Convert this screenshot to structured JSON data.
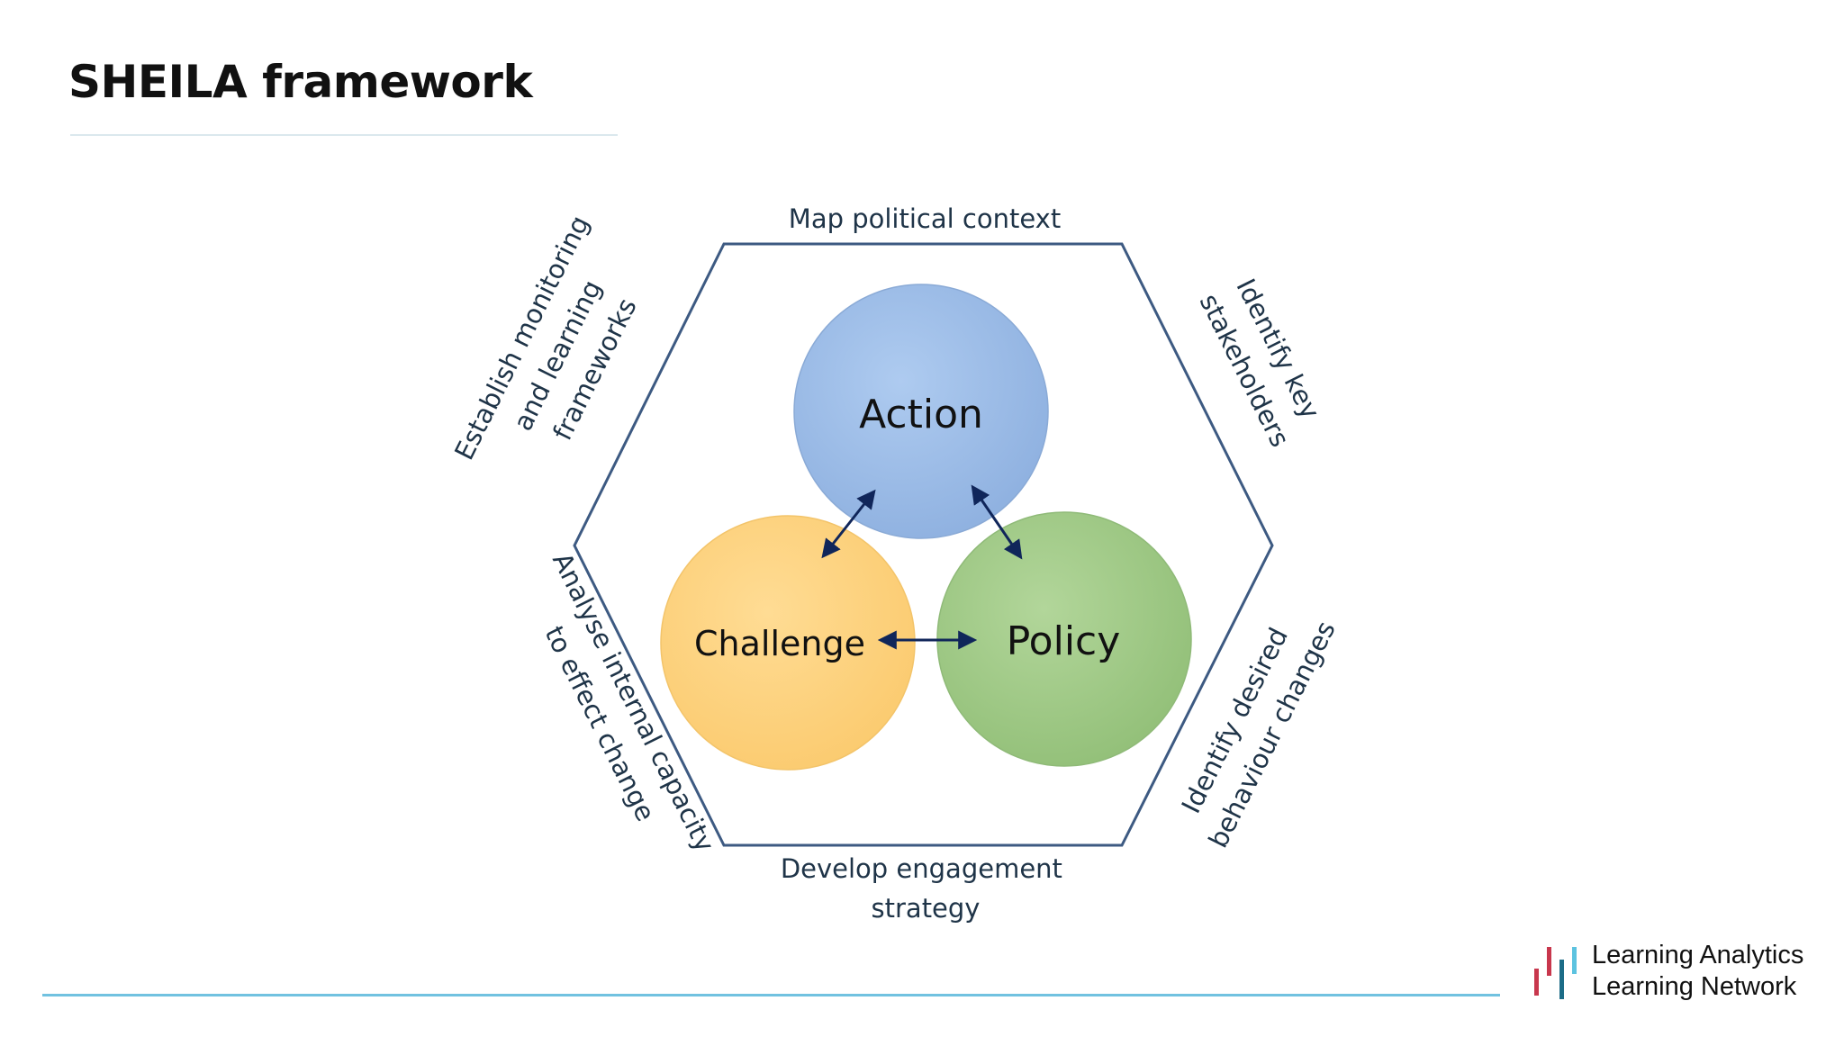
{
  "slide": {
    "title": "SHEILA framework"
  },
  "diagram": {
    "circles": {
      "action": "Action",
      "challenge": "Challenge",
      "policy": "Policy"
    },
    "sides": {
      "top": "Map political context",
      "upper_right": [
        "Identify key",
        "stakeholders"
      ],
      "lower_right": [
        "Identify desired",
        "behaviour changes"
      ],
      "bottom": [
        "Develop engagement",
        "strategy"
      ],
      "lower_left": [
        "Analyse internal capacity",
        "to effect change"
      ],
      "upper_left": [
        "Establish monitoring",
        "and learning",
        "frameworks"
      ]
    },
    "colors": {
      "action": "#9dbde6",
      "challenge": "#fdd27e",
      "policy": "#a3cc86",
      "hexagon": "#3d5a82",
      "arrow": "#10265a"
    }
  },
  "logo": {
    "line1": "Learning Analytics",
    "line2": "Learning Network",
    "colors": {
      "red": "#c8374d",
      "teal": "#1c6c87",
      "light_blue": "#5cc3e0"
    }
  }
}
